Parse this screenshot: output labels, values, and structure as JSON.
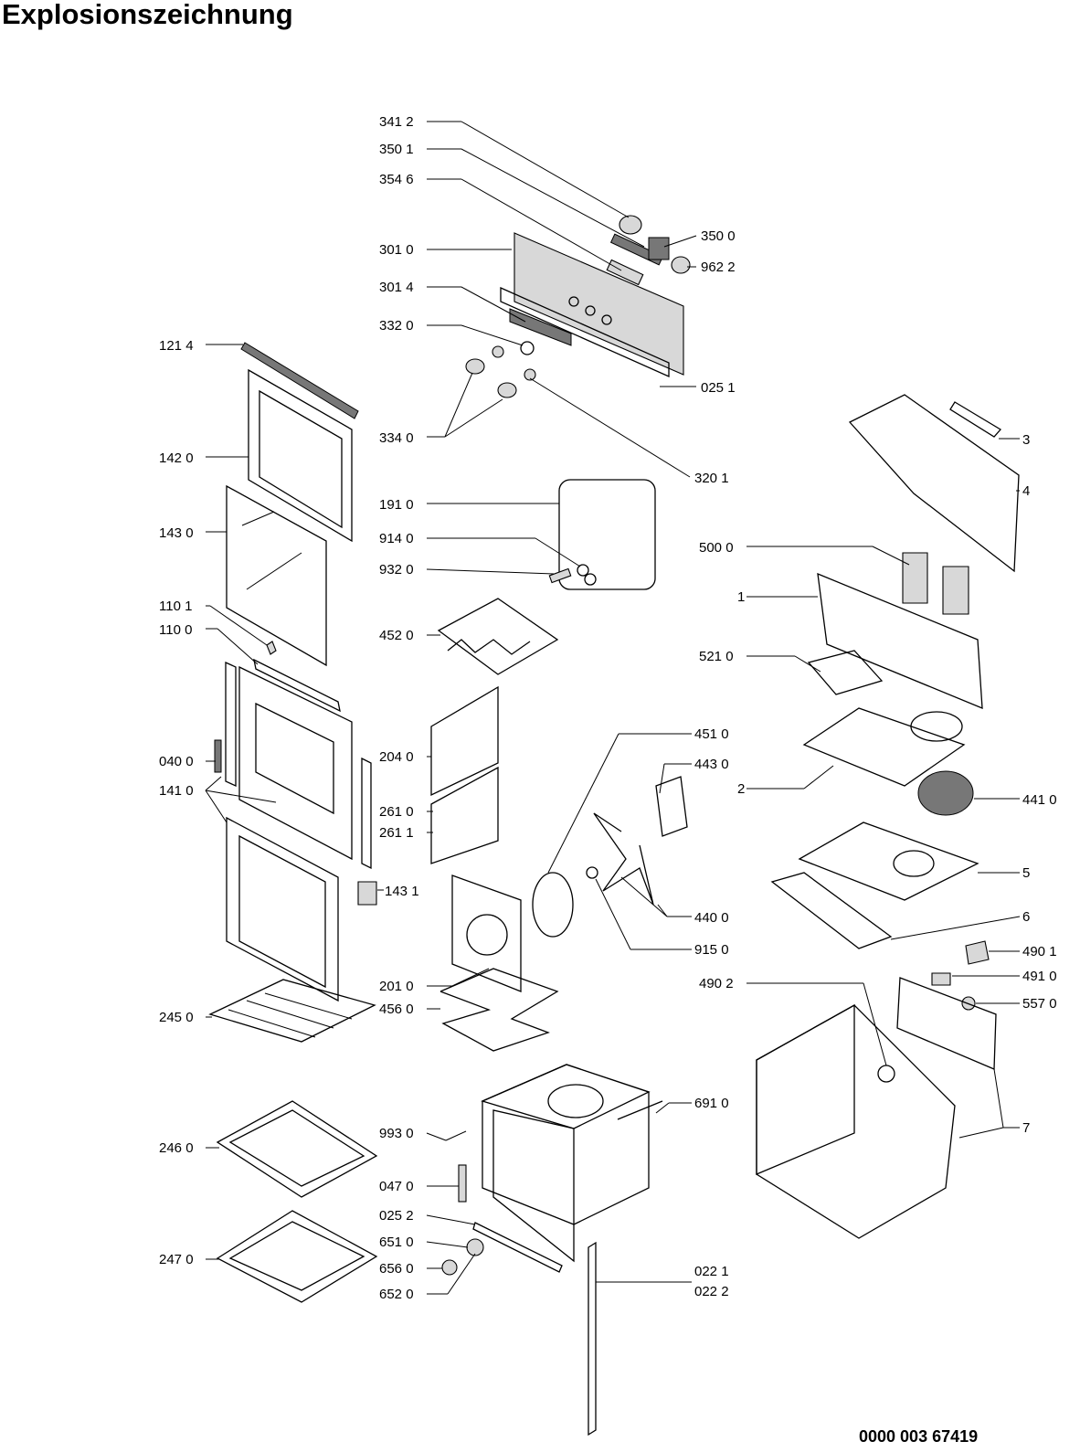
{
  "title": "Explosionszeichnung",
  "document_number": "0000 003 67419",
  "parts": [
    {
      "id": "p3412",
      "label": "341 2"
    },
    {
      "id": "p3501",
      "label": "350 1"
    },
    {
      "id": "p3546",
      "label": "354 6"
    },
    {
      "id": "p3500",
      "label": "350 0"
    },
    {
      "id": "p9622",
      "label": "962 2"
    },
    {
      "id": "p3010",
      "label": "301 0"
    },
    {
      "id": "p3014",
      "label": "301 4"
    },
    {
      "id": "p3320",
      "label": "332 0"
    },
    {
      "id": "p0251",
      "label": "025 1"
    },
    {
      "id": "p1214",
      "label": "121 4"
    },
    {
      "id": "p3340",
      "label": "334 0"
    },
    {
      "id": "p3201",
      "label": "320 1"
    },
    {
      "id": "p1420",
      "label": "142 0"
    },
    {
      "id": "p1910",
      "label": "191 0"
    },
    {
      "id": "p9140",
      "label": "914 0"
    },
    {
      "id": "p9320",
      "label": "932 0"
    },
    {
      "id": "p1430",
      "label": "143 0"
    },
    {
      "id": "p1101",
      "label": "110 1"
    },
    {
      "id": "p1100",
      "label": "110 0"
    },
    {
      "id": "p4520",
      "label": "452 0"
    },
    {
      "id": "p5000",
      "label": "500 0"
    },
    {
      "id": "p1",
      "label": "1"
    },
    {
      "id": "p5210",
      "label": "521 0"
    },
    {
      "id": "p3",
      "label": "3"
    },
    {
      "id": "p4",
      "label": "4"
    },
    {
      "id": "p0400",
      "label": "040 0"
    },
    {
      "id": "p2040",
      "label": "204 0"
    },
    {
      "id": "p4510",
      "label": "451 0"
    },
    {
      "id": "p4430",
      "label": "443 0"
    },
    {
      "id": "p1410",
      "label": "141 0"
    },
    {
      "id": "p2610",
      "label": "261 0"
    },
    {
      "id": "p2611",
      "label": "261 1"
    },
    {
      "id": "p2",
      "label": "2"
    },
    {
      "id": "p4410",
      "label": "441 0"
    },
    {
      "id": "p1431",
      "label": "143 1"
    },
    {
      "id": "p5",
      "label": "5"
    },
    {
      "id": "p4400",
      "label": "440 0"
    },
    {
      "id": "p6",
      "label": "6"
    },
    {
      "id": "p9150",
      "label": "915 0"
    },
    {
      "id": "p4901",
      "label": "490 1"
    },
    {
      "id": "p2010",
      "label": "201 0"
    },
    {
      "id": "p4902",
      "label": "490 2"
    },
    {
      "id": "p4910",
      "label": "491 0"
    },
    {
      "id": "p5570",
      "label": "557 0"
    },
    {
      "id": "p2450",
      "label": "245 0"
    },
    {
      "id": "p4560",
      "label": "456 0"
    },
    {
      "id": "p6910",
      "label": "691 0"
    },
    {
      "id": "p7",
      "label": "7"
    },
    {
      "id": "p2460",
      "label": "246 0"
    },
    {
      "id": "p9930",
      "label": "993 0"
    },
    {
      "id": "p0470",
      "label": "047 0"
    },
    {
      "id": "p0252",
      "label": "025 2"
    },
    {
      "id": "p6510",
      "label": "651 0"
    },
    {
      "id": "p2470",
      "label": "247 0"
    },
    {
      "id": "p6560",
      "label": "656 0"
    },
    {
      "id": "p0221",
      "label": "022 1"
    },
    {
      "id": "p0222",
      "label": "022 2"
    },
    {
      "id": "p6520",
      "label": "652 0"
    }
  ]
}
